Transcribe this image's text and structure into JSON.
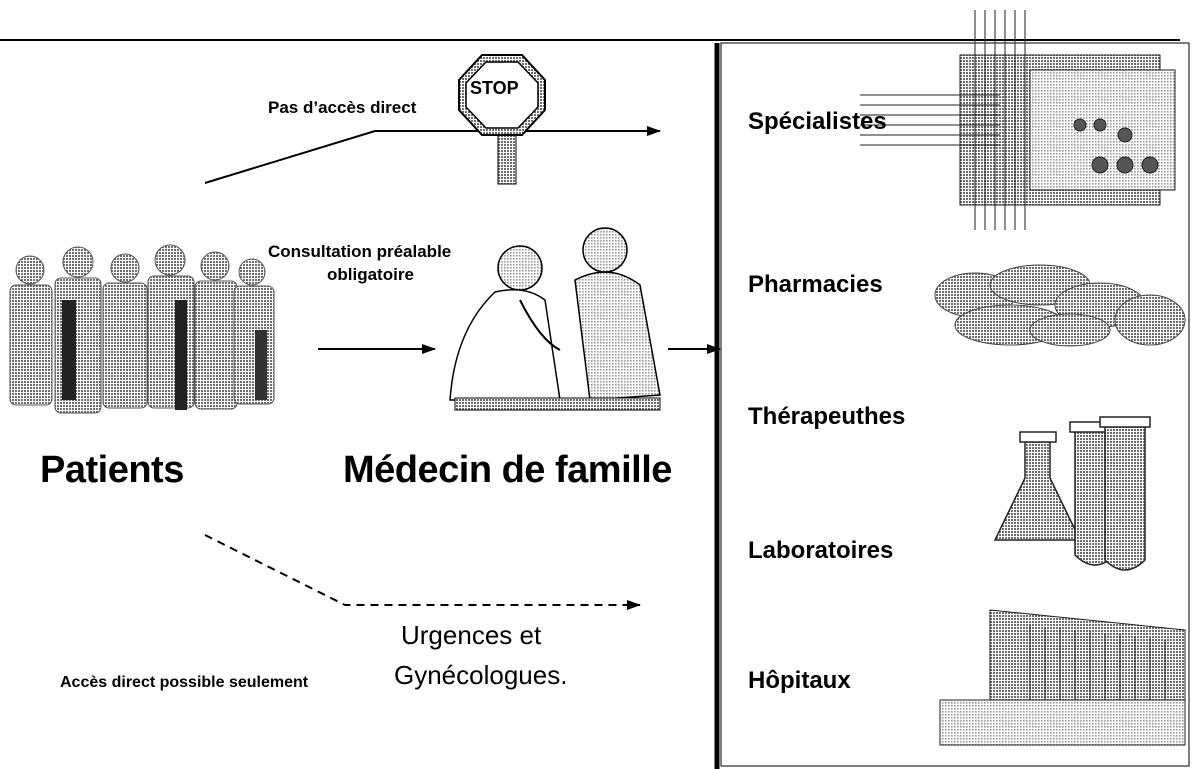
{
  "labels": {
    "no_direct_access": "Pas d’accès direct",
    "stop_sign": "STOP",
    "prior_consultation_line1": "Consultation préalable",
    "prior_consultation_line2": "obligatoire",
    "patients": "Patients",
    "family_doctor": "Médecin de famille",
    "direct_access_only": "Accès direct possible seulement",
    "urgences_line1": "Urgences et",
    "urgences_line2": "Gynécologues."
  },
  "providers": [
    {
      "label": "Spécialistes",
      "icon": "circuit-board-icon"
    },
    {
      "label": "Pharmacies",
      "icon": "pills-icon"
    },
    {
      "label": "Thérapeuthes",
      "icon": ""
    },
    {
      "label": "Laboratoires",
      "icon": "lab-flasks-icon"
    },
    {
      "label": "Hôpitaux",
      "icon": "hospital-building-icon"
    }
  ],
  "colors": {
    "ink": "#000000",
    "gray": "#8a8a8a",
    "light": "#c8c8c8"
  }
}
